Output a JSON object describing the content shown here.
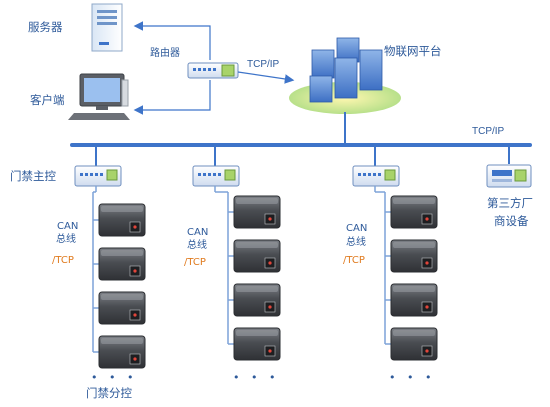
{
  "diagram": {
    "top": {
      "server_label": "服务器",
      "client_label": "客户端",
      "router_label": "路由器",
      "router_link_label": "TCP/IP",
      "platform_label": "物联网平台"
    },
    "bus_label": "TCP/IP",
    "main_controller_label": "门禁主控",
    "can_labels": {
      "line1": "CAN",
      "line2": "总线",
      "line3": "/TCP"
    },
    "sub_controller_label": "门禁分控",
    "third_party_label": {
      "line1": "第三方厂",
      "line2": "商设备"
    },
    "ellipsis": "• • •",
    "colors": {
      "accent": "#2e5a9a",
      "bus": "#3e74c9",
      "orange": "#e07b1f",
      "device_dark": "#4a4d52"
    }
  }
}
